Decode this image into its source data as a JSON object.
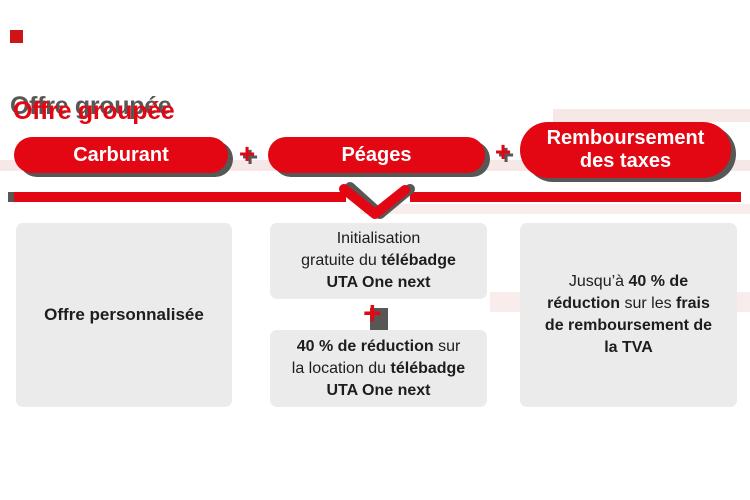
{
  "colors": {
    "red": "#e30613",
    "shadow_gray": "#575756",
    "box_gray": "#ebebeb",
    "text_dark": "#1d1d1b",
    "faint_pink": "#f7e8e8",
    "white": "#ffffff"
  },
  "title": {
    "text": "Offre groupée"
  },
  "plus_sign": "+",
  "pills": [
    {
      "label": "Carburant"
    },
    {
      "label": "Péages"
    },
    {
      "label": "Remboursement des taxes"
    }
  ],
  "boxes": {
    "left": {
      "lines": [
        [
          {
            "t": "Offre personnalisée",
            "b": true
          }
        ]
      ]
    },
    "middle_top": {
      "lines": [
        [
          {
            "t": "Initialisation",
            "b": false
          }
        ],
        [
          {
            "t": "gratuite du ",
            "b": false
          },
          {
            "t": "télébadge",
            "b": true
          }
        ],
        [
          {
            "t": "UTA One next",
            "b": true
          }
        ]
      ]
    },
    "middle_bottom": {
      "lines": [
        [
          {
            "t": "40 % de réduction",
            "b": true
          },
          {
            "t": " sur",
            "b": false
          }
        ],
        [
          {
            "t": "la location du ",
            "b": false
          },
          {
            "t": "télébadge",
            "b": true
          }
        ],
        [
          {
            "t": "UTA One next",
            "b": true
          }
        ]
      ]
    },
    "right": {
      "lines": [
        [
          {
            "t": "Jusqu’à ",
            "b": false
          },
          {
            "t": "40 % de",
            "b": true
          }
        ],
        [
          {
            "t": "réduction",
            "b": true
          },
          {
            "t": " sur les ",
            "b": false
          },
          {
            "t": "frais",
            "b": true
          }
        ],
        [
          {
            "t": "de remboursement de",
            "b": true
          }
        ],
        [
          {
            "t": "la TVA",
            "b": true
          }
        ]
      ]
    }
  }
}
